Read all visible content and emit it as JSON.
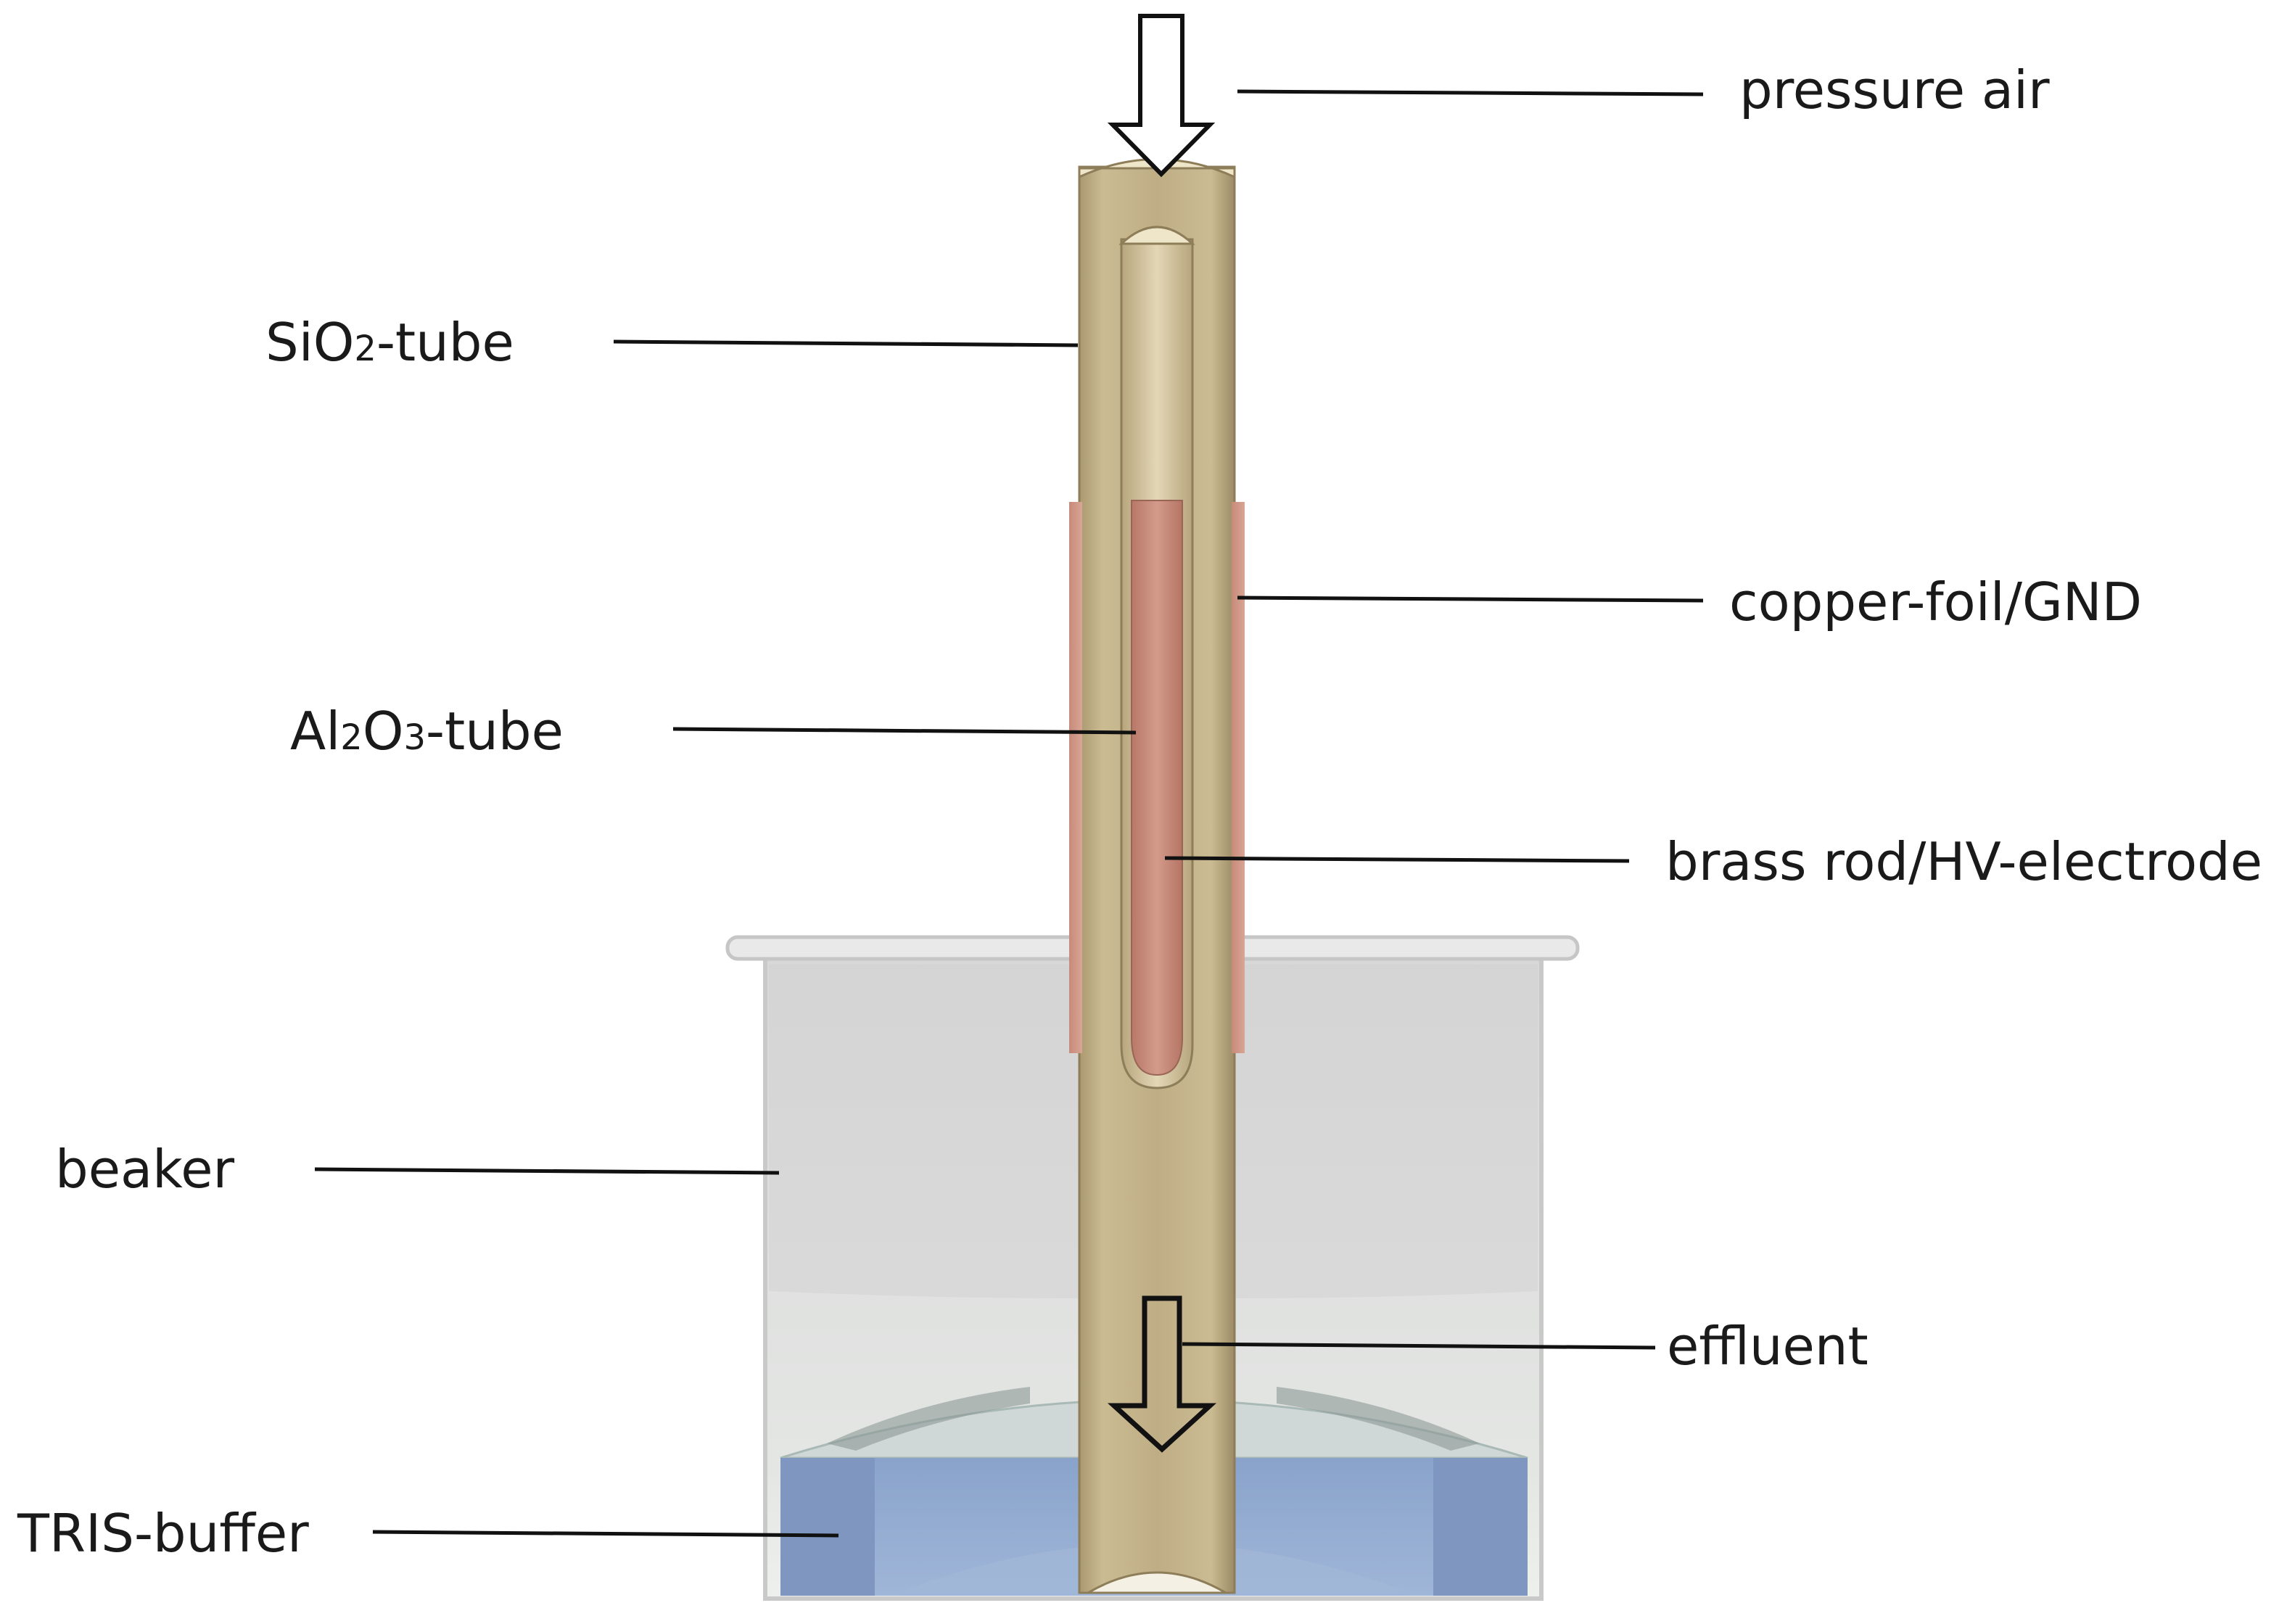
{
  "labels": {
    "pressure_air": "pressure air",
    "sio2_main": "SiO",
    "sio2_sub": "2",
    "sio2_rest": "-tube",
    "copper_foil": "copper-foil/GND",
    "al2o3_a": "Al",
    "al2o3_sub1": "2",
    "al2o3_b": "O",
    "al2o3_sub2": "3",
    "al2o3_rest": "-tube",
    "brass_rod": "brass rod/HV-electrode",
    "beaker": "beaker",
    "effluent": "effluent",
    "tris_buffer": "TRIS-buffer"
  },
  "colors": {
    "tube": "#b9a77e",
    "tube_dark": "#8f7f5c",
    "tube_light": "#d8caa6",
    "copper": "#c98f7f",
    "brass": "#c48476",
    "beaker": "#d9d9d9",
    "buffer": "#8fa8cf",
    "leader": "#111111"
  }
}
